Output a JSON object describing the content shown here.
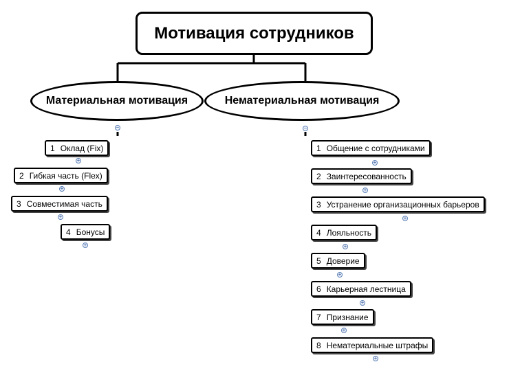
{
  "root": {
    "title": "Мотивация сотрудников"
  },
  "branches": {
    "left": {
      "title": "Материальная мотивация",
      "items": [
        {
          "num": "1",
          "label": "Оклад (Fix)"
        },
        {
          "num": "2",
          "label": "Гибкая часть (Flex)"
        },
        {
          "num": "3",
          "label": "Совместимая часть"
        },
        {
          "num": "4",
          "label": "Бонусы"
        }
      ]
    },
    "right": {
      "title": "Нематериальная мотивация",
      "items": [
        {
          "num": "1",
          "label": "Общение с сотрудниками"
        },
        {
          "num": "2",
          "label": "Заинтересованность"
        },
        {
          "num": "3",
          "label": "Устранение организационных барьеров"
        },
        {
          "num": "4",
          "label": "Лояльность"
        },
        {
          "num": "5",
          "label": "Доверие"
        },
        {
          "num": "6",
          "label": "Карьерная лестница"
        },
        {
          "num": "7",
          "label": "Признание"
        },
        {
          "num": "8",
          "label": "Нематериальные штрафы"
        }
      ]
    }
  },
  "icons": {
    "expand": "plus-circle-icon",
    "collapse": "minus-circle-icon"
  },
  "colors": {
    "line": "#000000",
    "expander": "#2f5597"
  }
}
